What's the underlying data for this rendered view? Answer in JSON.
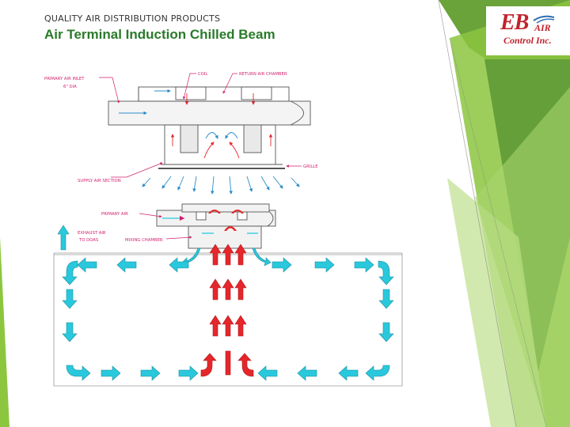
{
  "header": {
    "category": "QUALITY AIR DISTRIBUTION PRODUCTS",
    "title": "Air Terminal Induction Chilled Beam"
  },
  "logo": {
    "main": "EB",
    "air": "AIR",
    "sub": "Control Inc."
  },
  "diagram": {
    "top": {
      "primary_air_inlet": "PRIMARY AIR INLET",
      "inlet_dia": "6\" DIA",
      "coil": "COIL",
      "return_air_chamber": "RETURN AIR CHAMBER",
      "grille": "GRILLE",
      "supply_air_section": "SUPPLY AIR SECTION"
    },
    "bottom": {
      "primary_air": "PRIMARY AIR",
      "exhaust_air": "EXHAUST AIR",
      "to_doas": "TO DOAS",
      "mixing_chamber": "MIXING CHAMBER"
    }
  },
  "colors": {
    "green_dark": "#5f9a35",
    "green_light": "#9bd05a",
    "airflow_cyan": "#29c8dc",
    "airflow_red": "#e5262a",
    "label_magenta": "#d11f6e",
    "title_green": "#2a7a2a"
  }
}
